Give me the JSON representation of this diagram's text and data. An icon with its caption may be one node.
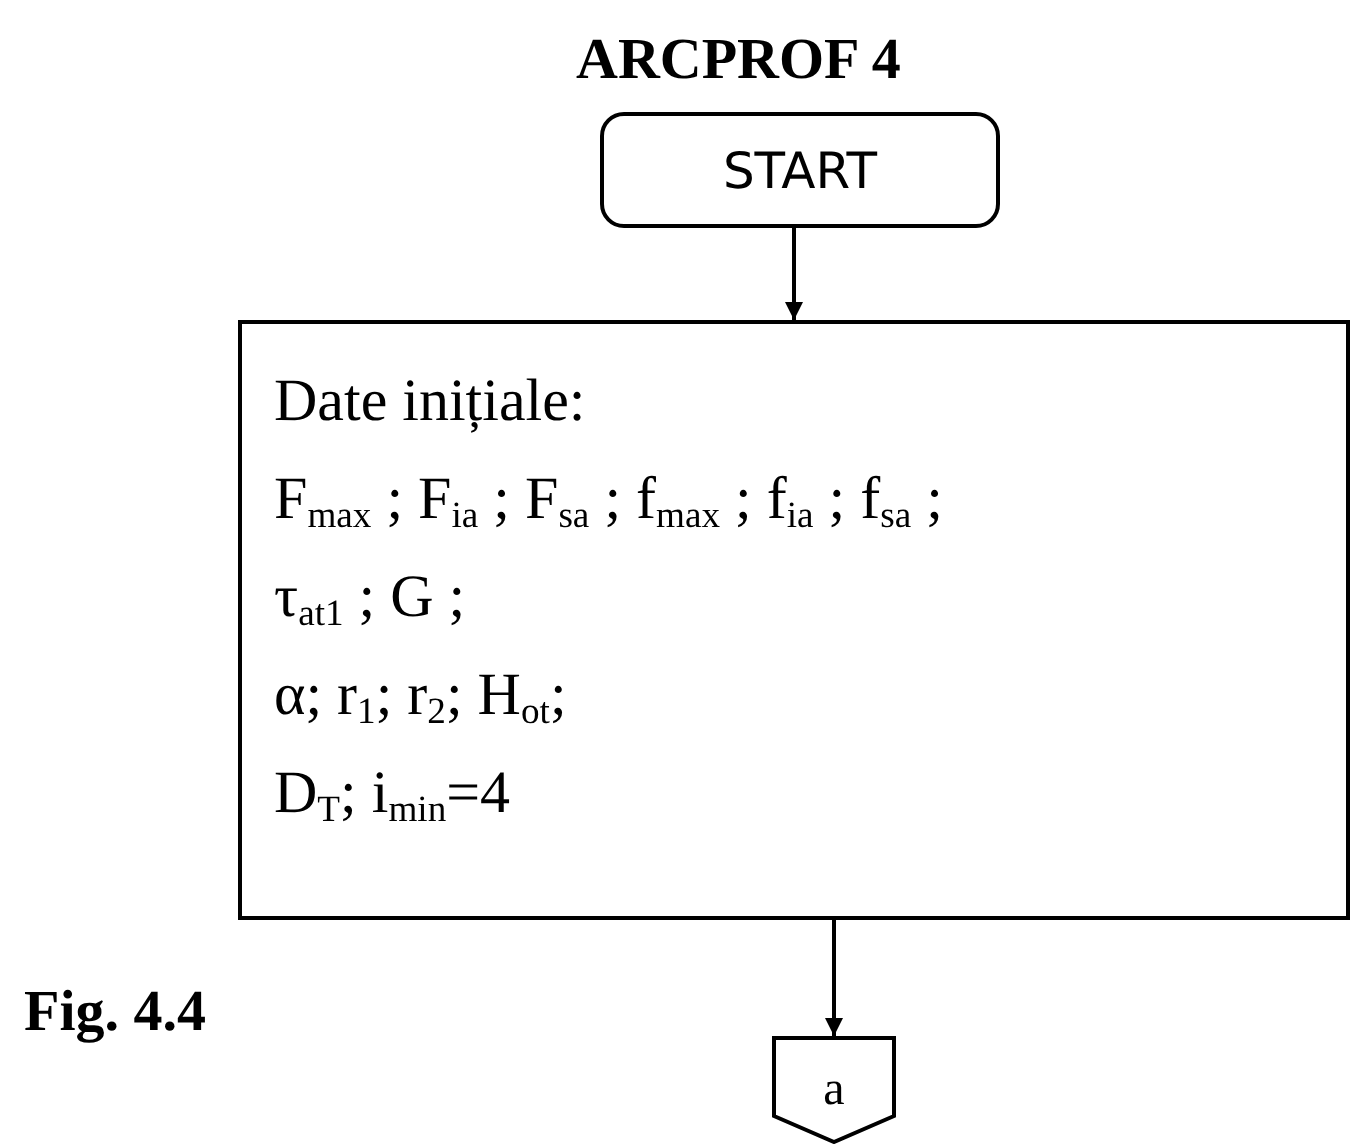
{
  "diagram": {
    "title": "ARCPROF 4",
    "caption": "Fig. 4.4",
    "nodes": [
      {
        "text": [
          "START"
        ]
      },
      {
        "text": [
          "Date inițiale:",
          "F$_{max}$ ; F$_{ia}$ ; F$_{sa}$ ; f$_{max}$ ; f$_{ia}$ ; f$_{sa}$ ;",
          "τ$_{at1}$ ; G ;",
          "α;  r$_{1}$; r$_{2}$; H$_{ot}$;",
          "D$_{T}$;  i$_{min}$=4"
        ]
      },
      {
        "text": [
          "a"
        ]
      }
    ],
    "edges": [
      {
        "from": 0,
        "to": 1,
        "arrow": "to"
      },
      {
        "from": 1,
        "to": 2,
        "arrow": "to"
      }
    ]
  }
}
